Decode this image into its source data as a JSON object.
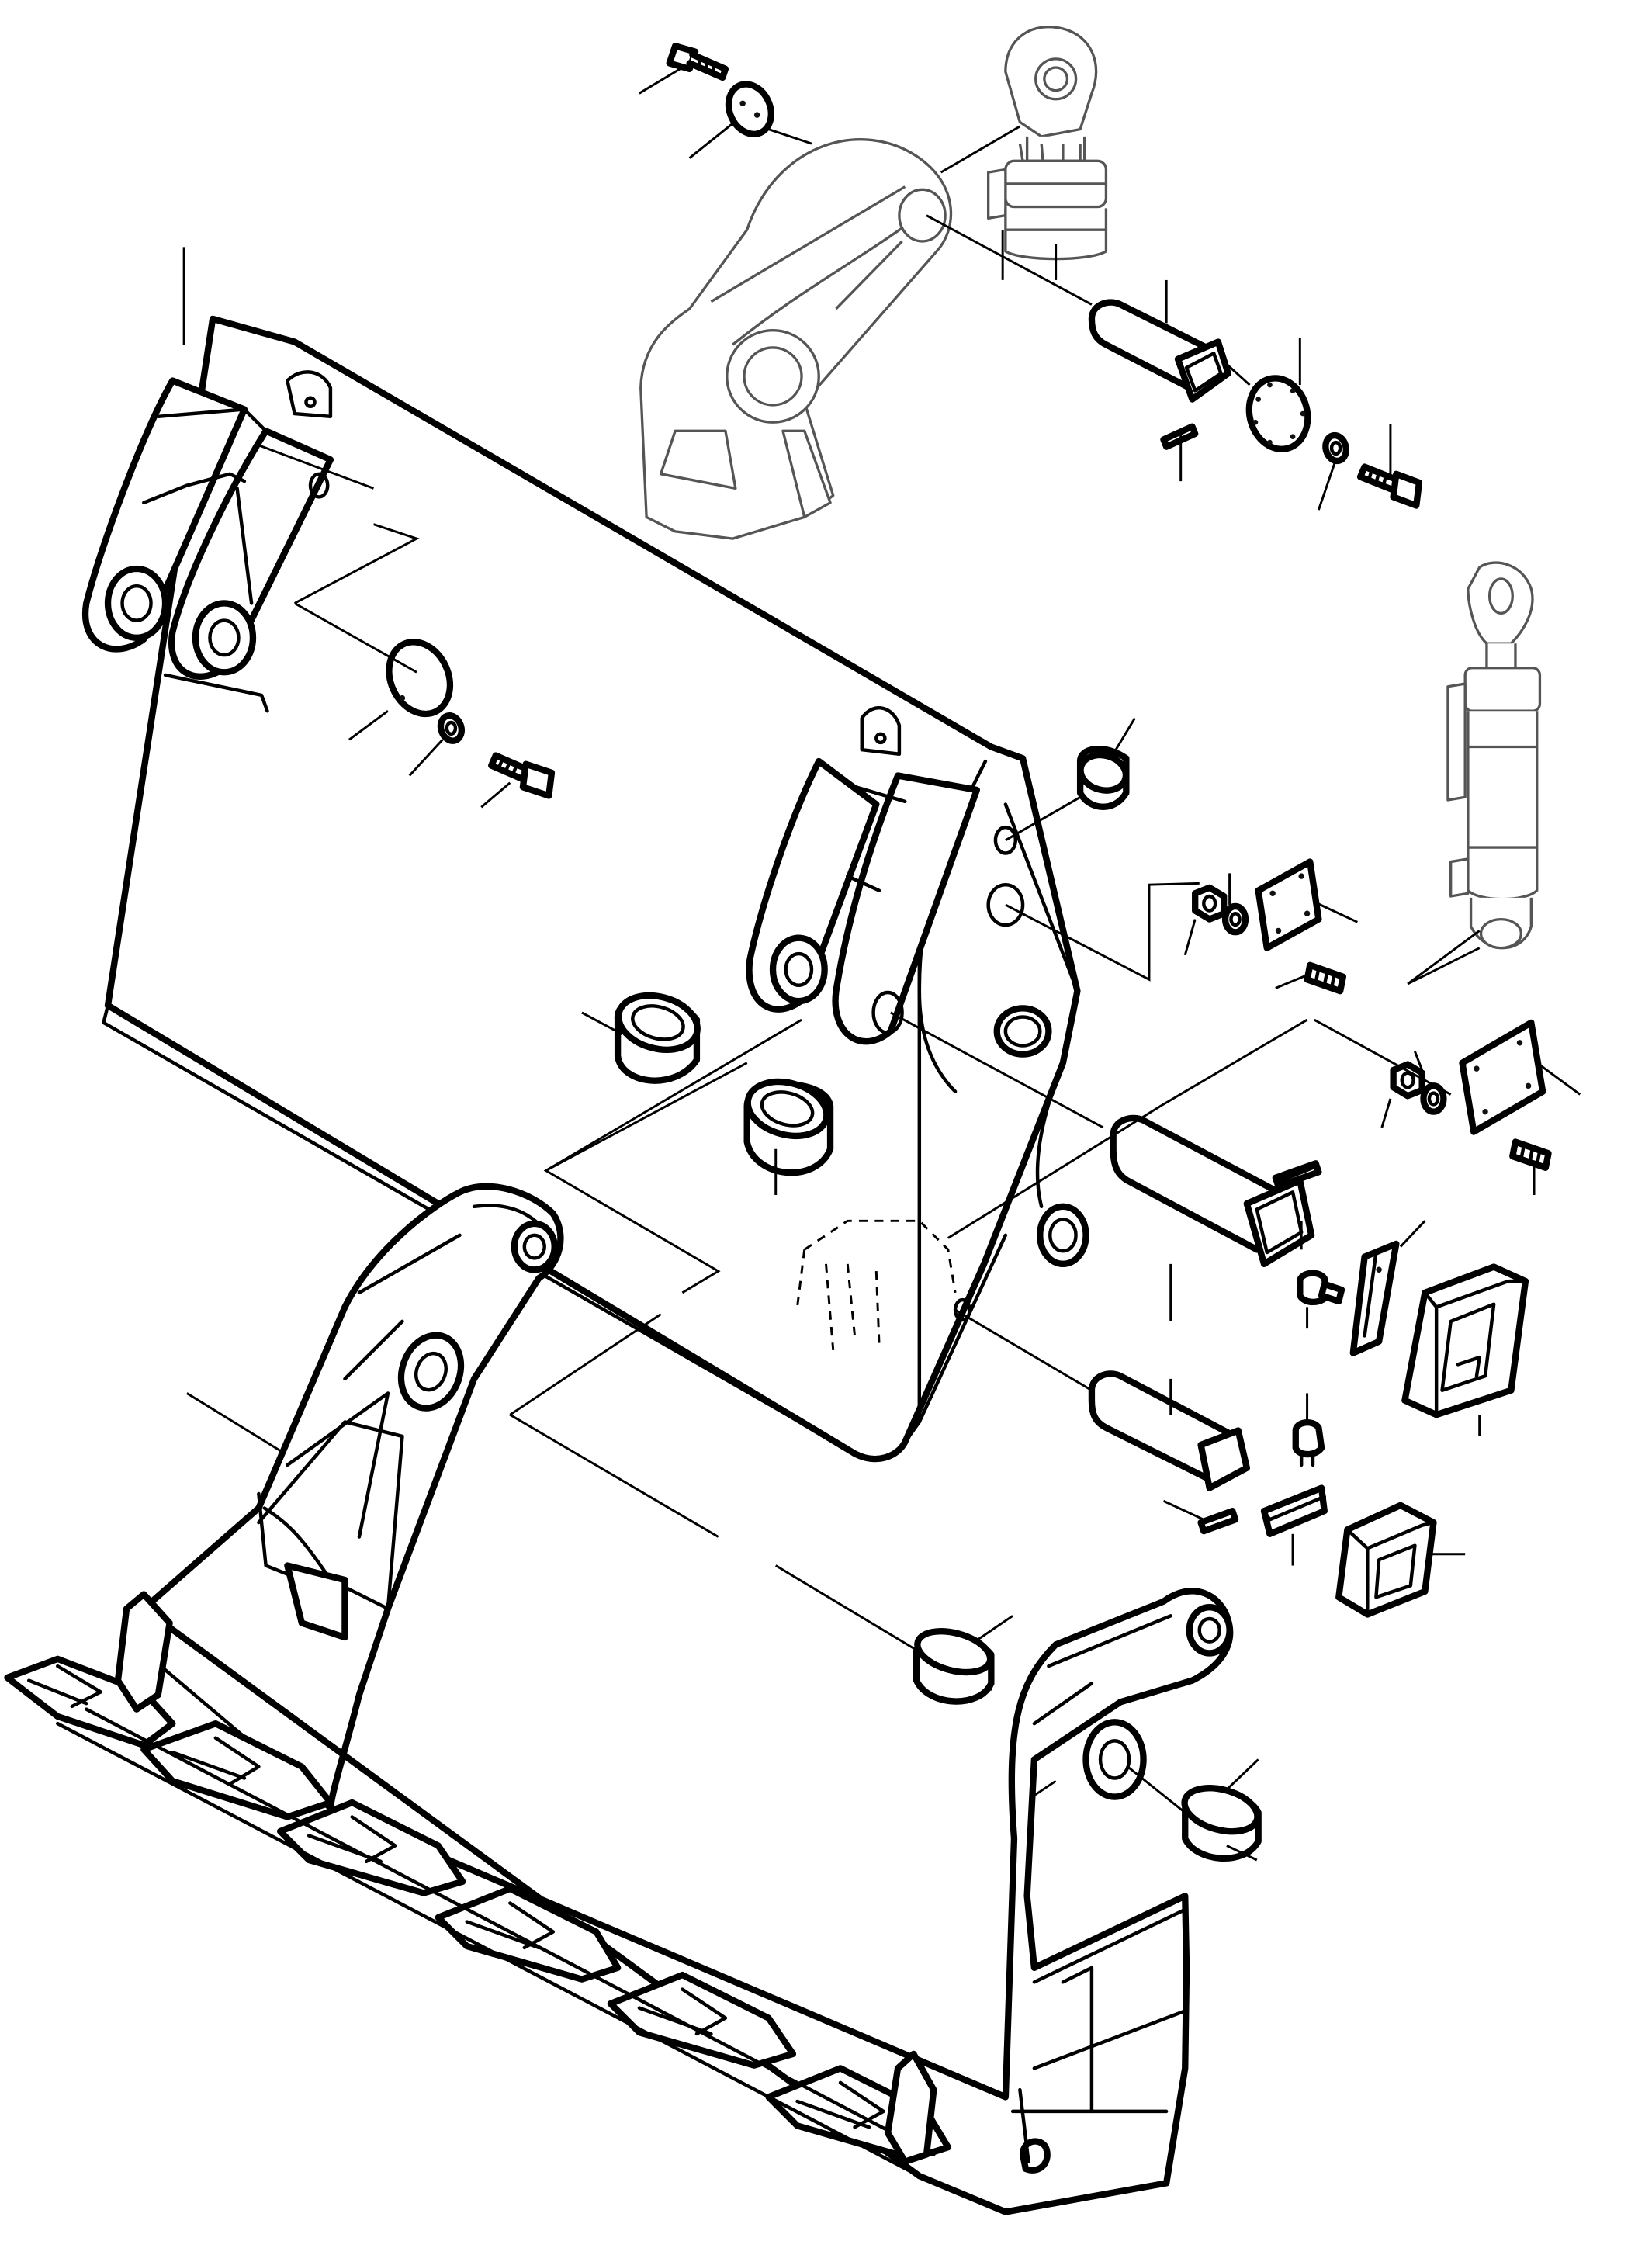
{
  "figure": {
    "kind": "exploded-parts-diagram",
    "text_labels": [],
    "parts": [
      {
        "id": "bolt-top",
        "icon": "bolt-icon"
      },
      {
        "id": "plate-top",
        "icon": "round-plate-icon"
      },
      {
        "id": "lift-arm",
        "icon": "lift-arm-icon"
      },
      {
        "id": "tilt-cylinder-top",
        "icon": "hydraulic-cylinder-icon"
      },
      {
        "id": "pin-upper",
        "icon": "pin-icon"
      },
      {
        "id": "flange-ring",
        "icon": "flange-ring-icon"
      },
      {
        "id": "washer-upper",
        "icon": "washer-icon"
      },
      {
        "id": "bolt-upper",
        "icon": "bolt-icon"
      },
      {
        "id": "roll-pin-upper",
        "icon": "roll-pin-icon"
      },
      {
        "id": "bucket-shell",
        "icon": "bucket-icon"
      },
      {
        "id": "cover-plate-left",
        "icon": "round-plate-icon"
      },
      {
        "id": "washer-left",
        "icon": "washer-icon"
      },
      {
        "id": "bolt-left",
        "icon": "bolt-icon"
      },
      {
        "id": "bushing-right",
        "icon": "bushing-icon"
      },
      {
        "id": "tilt-cylinder-side",
        "icon": "hydraulic-cylinder-icon"
      },
      {
        "id": "cover-plate-square-1",
        "icon": "square-plate-icon"
      },
      {
        "id": "nut-1",
        "icon": "nut-icon"
      },
      {
        "id": "stud-1",
        "icon": "stud-icon"
      },
      {
        "id": "cover-plate-square-2",
        "icon": "square-plate-icon"
      },
      {
        "id": "nut-2",
        "icon": "nut-icon"
      },
      {
        "id": "stud-2",
        "icon": "stud-icon"
      },
      {
        "id": "bushing-center-1",
        "icon": "bushing-icon"
      },
      {
        "id": "bushing-center-2",
        "icon": "bushing-icon"
      },
      {
        "id": "pin-middle",
        "icon": "pin-icon"
      },
      {
        "id": "roll-pin-middle",
        "icon": "roll-pin-icon"
      },
      {
        "id": "pin-lower",
        "icon": "pin-icon"
      },
      {
        "id": "roll-pin-lower",
        "icon": "roll-pin-icon"
      },
      {
        "id": "retainer-bar-1",
        "icon": "retainer-bar-icon"
      },
      {
        "id": "retainer-bar-2",
        "icon": "retainer-bar-icon"
      },
      {
        "id": "cap-screw-1",
        "icon": "cap-screw-icon"
      },
      {
        "id": "cap-screw-2",
        "icon": "cap-screw-icon"
      },
      {
        "id": "wear-block-1",
        "icon": "wear-block-icon"
      },
      {
        "id": "wear-block-2",
        "icon": "wear-block-icon"
      },
      {
        "id": "bucket-frame",
        "icon": "bucket-frame-icon"
      },
      {
        "id": "teeth-row",
        "icon": "tooth-icon"
      },
      {
        "id": "bushing-lower-1",
        "icon": "bushing-icon"
      },
      {
        "id": "bushing-lower-2",
        "icon": "bushing-icon"
      }
    ]
  }
}
